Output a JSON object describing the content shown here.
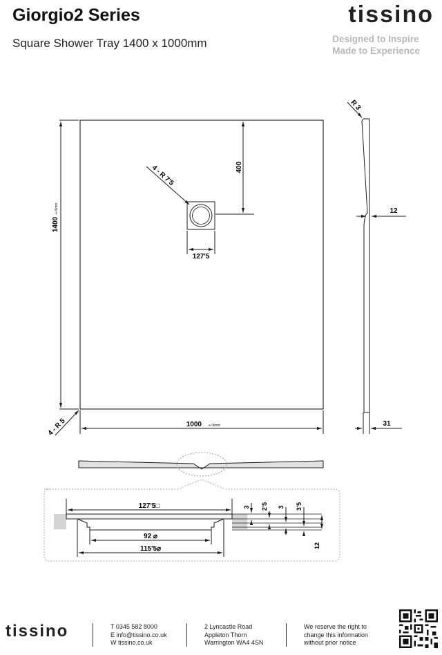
{
  "header": {
    "title": "Giorgio2 Series",
    "subtitle": "Square Shower Tray 1400 x 1000mm",
    "brand": "tissino",
    "tagline_1": "Designed to Inspire",
    "tagline_2": "Made to Experience"
  },
  "plan_view": {
    "dim_length": "1400",
    "dim_length_tol": "+/-5mm",
    "dim_width": "1000",
    "dim_width_tol": "+/-5mm",
    "dim_waste_offset": "400",
    "dim_waste_size": "127'5",
    "corner_radius_waste": "4 - R 7'5",
    "corner_radius_tray": "4 - R 5"
  },
  "side_view": {
    "radius": "R 3",
    "dim_mid": "12",
    "dim_base": "31"
  },
  "detail_view": {
    "dim_top": "127'5□",
    "dim_inner": "92 ⌀",
    "dim_outer": "115'5⌀",
    "dim_a": "3",
    "dim_b": "2'5",
    "dim_c": "3",
    "dim_d": "3'5",
    "dim_side": "12"
  },
  "footer": {
    "brand": "tissino",
    "phone": "T 0345 582 8000",
    "email": "E info@tissino.co.uk",
    "web": "W tissino.co.uk",
    "addr_1": "2 Lyncastle Road",
    "addr_2": "Appleton Thorn",
    "addr_3": "Warrington WA4 4SN",
    "note_1": "We reserve the right to",
    "note_2": "change this information",
    "note_3": "without prior notice"
  }
}
